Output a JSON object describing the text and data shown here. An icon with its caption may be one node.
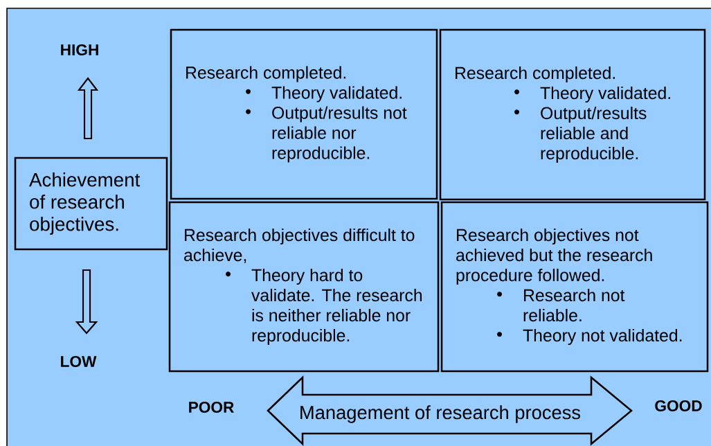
{
  "diagram": {
    "nodes": [
      {
        "text": [
          "Research completed.",
          "Theory validated.",
          "Output/results not reliable nor reproducible."
        ]
      },
      {
        "text": [
          "Research completed.",
          "Theory validated.",
          "Output/results reliable and reproducible."
        ]
      },
      {
        "text": [
          "Achievement of research objectives."
        ]
      },
      {
        "text": [
          "Research objectives difficult to achieve,",
          "Theory hard to validate. The research is neither reliable nor reproducible."
        ]
      },
      {
        "text": [
          "Research objectives not achieved but the research procedure followed.",
          "Research not reliable.",
          "Theory not validated."
        ]
      },
      {
        "text": [
          "Management of research process"
        ]
      }
    ],
    "labels": [
      "HIGH",
      "LOW",
      "POOR",
      "GOOD"
    ]
  }
}
